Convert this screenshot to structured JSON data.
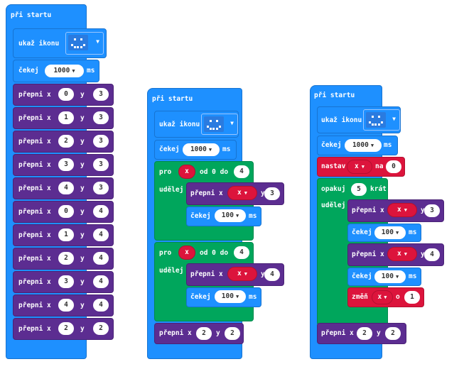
{
  "labels": {
    "on_start": "při startu",
    "show_icon": "ukaž ikonu",
    "pause": "čekej",
    "ms": "ms",
    "toggle": "přepni x",
    "y": "y",
    "for": "pro",
    "from0to": "od 0 do",
    "do": "udělej",
    "set": "nastav",
    "to": "na",
    "repeat": "opakuj",
    "times": "krát",
    "change": "změň",
    "by": "o",
    "var_x": "x",
    "dropdown_caret": "▼"
  },
  "program1": {
    "pause_value": "1000",
    "toggles": [
      {
        "x": "0",
        "y": "3"
      },
      {
        "x": "1",
        "y": "3"
      },
      {
        "x": "2",
        "y": "3"
      },
      {
        "x": "3",
        "y": "3"
      },
      {
        "x": "4",
        "y": "3"
      },
      {
        "x": "0",
        "y": "4"
      },
      {
        "x": "1",
        "y": "4"
      },
      {
        "x": "2",
        "y": "4"
      },
      {
        "x": "3",
        "y": "4"
      },
      {
        "x": "4",
        "y": "4"
      },
      {
        "x": "2",
        "y": "2"
      }
    ]
  },
  "program2": {
    "pause_value": "1000",
    "loop1": {
      "end": "4",
      "toggle_y": "3",
      "pause": "100"
    },
    "loop2": {
      "end": "4",
      "toggle_y": "4",
      "pause": "100"
    },
    "final_toggle": {
      "x": "2",
      "y": "2"
    }
  },
  "program3": {
    "pause_value": "1000",
    "set_value": "0",
    "repeat_count": "5",
    "toggle1_y": "3",
    "pause1": "100",
    "toggle2_y": "4",
    "pause2": "100",
    "change_by": "1",
    "final_toggle": {
      "x": "2",
      "y": "2"
    }
  },
  "colors": {
    "basic": "#1e90ff",
    "led": "#5c2d91",
    "loops": "#00a65c",
    "variables": "#dc143c"
  },
  "icon": "small-smiley-icon"
}
